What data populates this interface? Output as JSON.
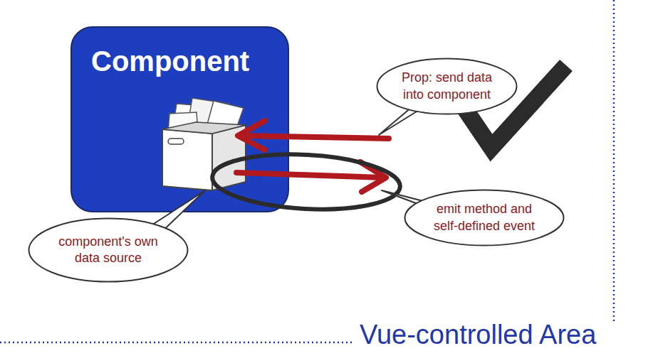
{
  "diagram": {
    "nodes": [
      {
        "text": [
          "Component"
        ]
      },
      {
        "text": [
          "Prop: send data into component"
        ]
      },
      {
        "text": [
          "emit method and self-defined event"
        ]
      },
      {
        "text": [
          "component's own data source"
        ]
      }
    ],
    "labels": [
      "Vue-controlled Area"
    ]
  }
}
